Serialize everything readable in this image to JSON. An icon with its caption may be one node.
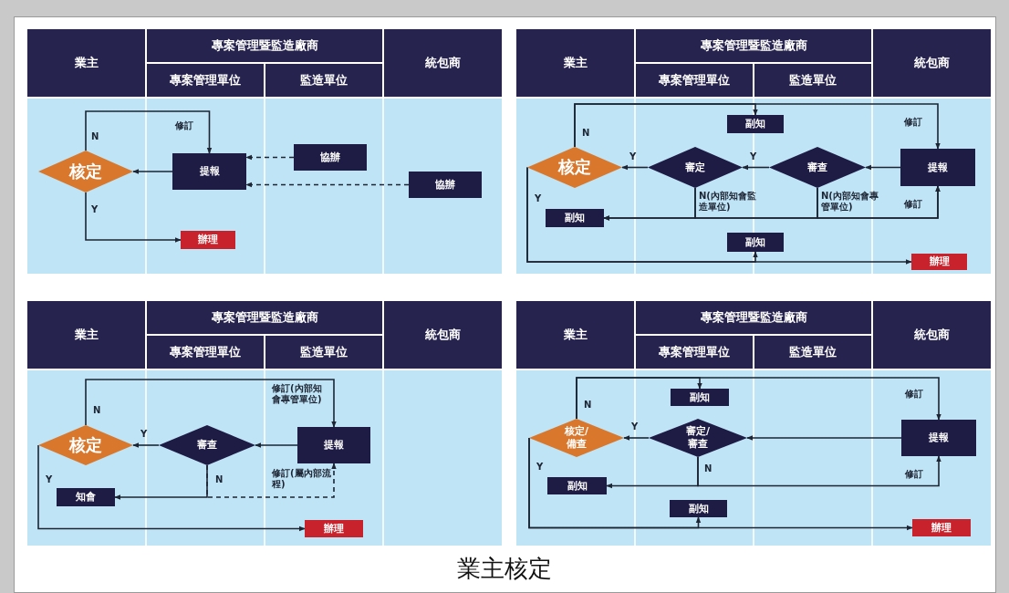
{
  "diagram": {
    "caption": "業主核定",
    "nodes": [
      {
        "text": [
          "業主"
        ]
      },
      {
        "text": [
          "專案管理暨監造廠商"
        ]
      },
      {
        "text": [
          "專案管理單位"
        ]
      },
      {
        "text": [
          "監造單位"
        ]
      },
      {
        "text": [
          "統包商"
        ]
      },
      {
        "text": [
          "核定"
        ]
      },
      {
        "text": [
          "提報"
        ]
      },
      {
        "text": [
          "協辦"
        ]
      },
      {
        "text": [
          "協辦"
        ]
      },
      {
        "text": [
          "辦理"
        ]
      },
      {
        "text": [
          "業主"
        ]
      },
      {
        "text": [
          "專案管理暨監造廠商"
        ]
      },
      {
        "text": [
          "專案管理單位"
        ]
      },
      {
        "text": [
          "監造單位"
        ]
      },
      {
        "text": [
          "統包商"
        ]
      },
      {
        "text": [
          "副知"
        ]
      },
      {
        "text": [
          "核定"
        ]
      },
      {
        "text": [
          "審定"
        ]
      },
      {
        "text": [
          "審查"
        ]
      },
      {
        "text": [
          "提報"
        ]
      },
      {
        "text": [
          "副知"
        ]
      },
      {
        "text": [
          "副知"
        ]
      },
      {
        "text": [
          "辦理"
        ]
      },
      {
        "text": [
          "業主"
        ]
      },
      {
        "text": [
          "專案管理暨監造廠商"
        ]
      },
      {
        "text": [
          "專案管理單位"
        ]
      },
      {
        "text": [
          "監造單位"
        ]
      },
      {
        "text": [
          "統包商"
        ]
      },
      {
        "text": [
          "核定"
        ]
      },
      {
        "text": [
          "審查"
        ]
      },
      {
        "text": [
          "提報"
        ]
      },
      {
        "text": [
          "知會"
        ]
      },
      {
        "text": [
          "辦理"
        ]
      },
      {
        "text": [
          "業主"
        ]
      },
      {
        "text": [
          "專案管理暨監造廠商"
        ]
      },
      {
        "text": [
          "專案管理單位"
        ]
      },
      {
        "text": [
          "監造單位"
        ]
      },
      {
        "text": [
          "統包商"
        ]
      },
      {
        "text": [
          "副知"
        ]
      },
      {
        "text": [
          "核定/備查"
        ]
      },
      {
        "text": [
          "審定/審查"
        ]
      },
      {
        "text": [
          "提報"
        ]
      },
      {
        "text": [
          "副知"
        ]
      },
      {
        "text": [
          "副知"
        ]
      },
      {
        "text": [
          "辦理"
        ]
      }
    ],
    "edges": [
      {
        "from": 6,
        "to": 5,
        "arrow": "to"
      },
      {
        "from": 7,
        "to": 6,
        "arrow": "to",
        "style": "dashed"
      },
      {
        "from": 8,
        "to": 6,
        "arrow": "to",
        "style": "dashed"
      },
      {
        "from": 5,
        "to": 6,
        "arrow": "to",
        "label": "N"
      },
      {
        "from": 5,
        "to": 9,
        "arrow": "to",
        "label": "Y"
      },
      {
        "from": 19,
        "to": 18,
        "arrow": "to"
      },
      {
        "from": 18,
        "to": 17,
        "arrow": "to",
        "label": "Y"
      },
      {
        "from": 17,
        "to": 16,
        "arrow": "to",
        "label": "Y"
      },
      {
        "from": 16,
        "to": 19,
        "arrow": "to",
        "label": "N"
      },
      {
        "from": 16,
        "to": 15,
        "arrow": "to"
      },
      {
        "from": 16,
        "to": 22,
        "arrow": "to",
        "label": "Y"
      },
      {
        "from": 16,
        "to": 21,
        "arrow": "to"
      },
      {
        "from": 17,
        "to": 20,
        "arrow": "to",
        "label": "N(內部知會監造單位)"
      },
      {
        "from": 17,
        "to": 19,
        "arrow": "to"
      },
      {
        "from": 18,
        "to": 20,
        "arrow": "to"
      },
      {
        "from": 18,
        "to": 19,
        "arrow": "to",
        "label": "N(內部知會專管單位)"
      },
      {
        "from": 30,
        "to": 29,
        "arrow": "to"
      },
      {
        "from": 29,
        "to": 28,
        "arrow": "to",
        "label": "Y"
      },
      {
        "from": 28,
        "to": 30,
        "arrow": "to",
        "label": "N"
      },
      {
        "from": 28,
        "to": 32,
        "arrow": "to",
        "label": "Y"
      },
      {
        "from": 29,
        "to": 31,
        "arrow": "to",
        "label": "N"
      },
      {
        "from": 29,
        "to": 30,
        "arrow": "to",
        "style": "dashed",
        "label": "修訂(屬內部流程)"
      },
      {
        "from": 41,
        "to": 40,
        "arrow": "to"
      },
      {
        "from": 40,
        "to": 39,
        "arrow": "to",
        "label": "Y"
      },
      {
        "from": 39,
        "to": 41,
        "arrow": "to",
        "label": "N"
      },
      {
        "from": 39,
        "to": 38,
        "arrow": "to"
      },
      {
        "from": 39,
        "to": 44,
        "arrow": "to",
        "label": "Y"
      },
      {
        "from": 39,
        "to": 43,
        "arrow": "to"
      },
      {
        "from": 40,
        "to": 42,
        "arrow": "to",
        "label": "N"
      },
      {
        "from": 40,
        "to": 41,
        "arrow": "to"
      }
    ],
    "labels": [
      "修訂",
      "修訂",
      "修訂",
      "修訂(內部知會專管單位)",
      "修訂",
      "修訂"
    ]
  }
}
